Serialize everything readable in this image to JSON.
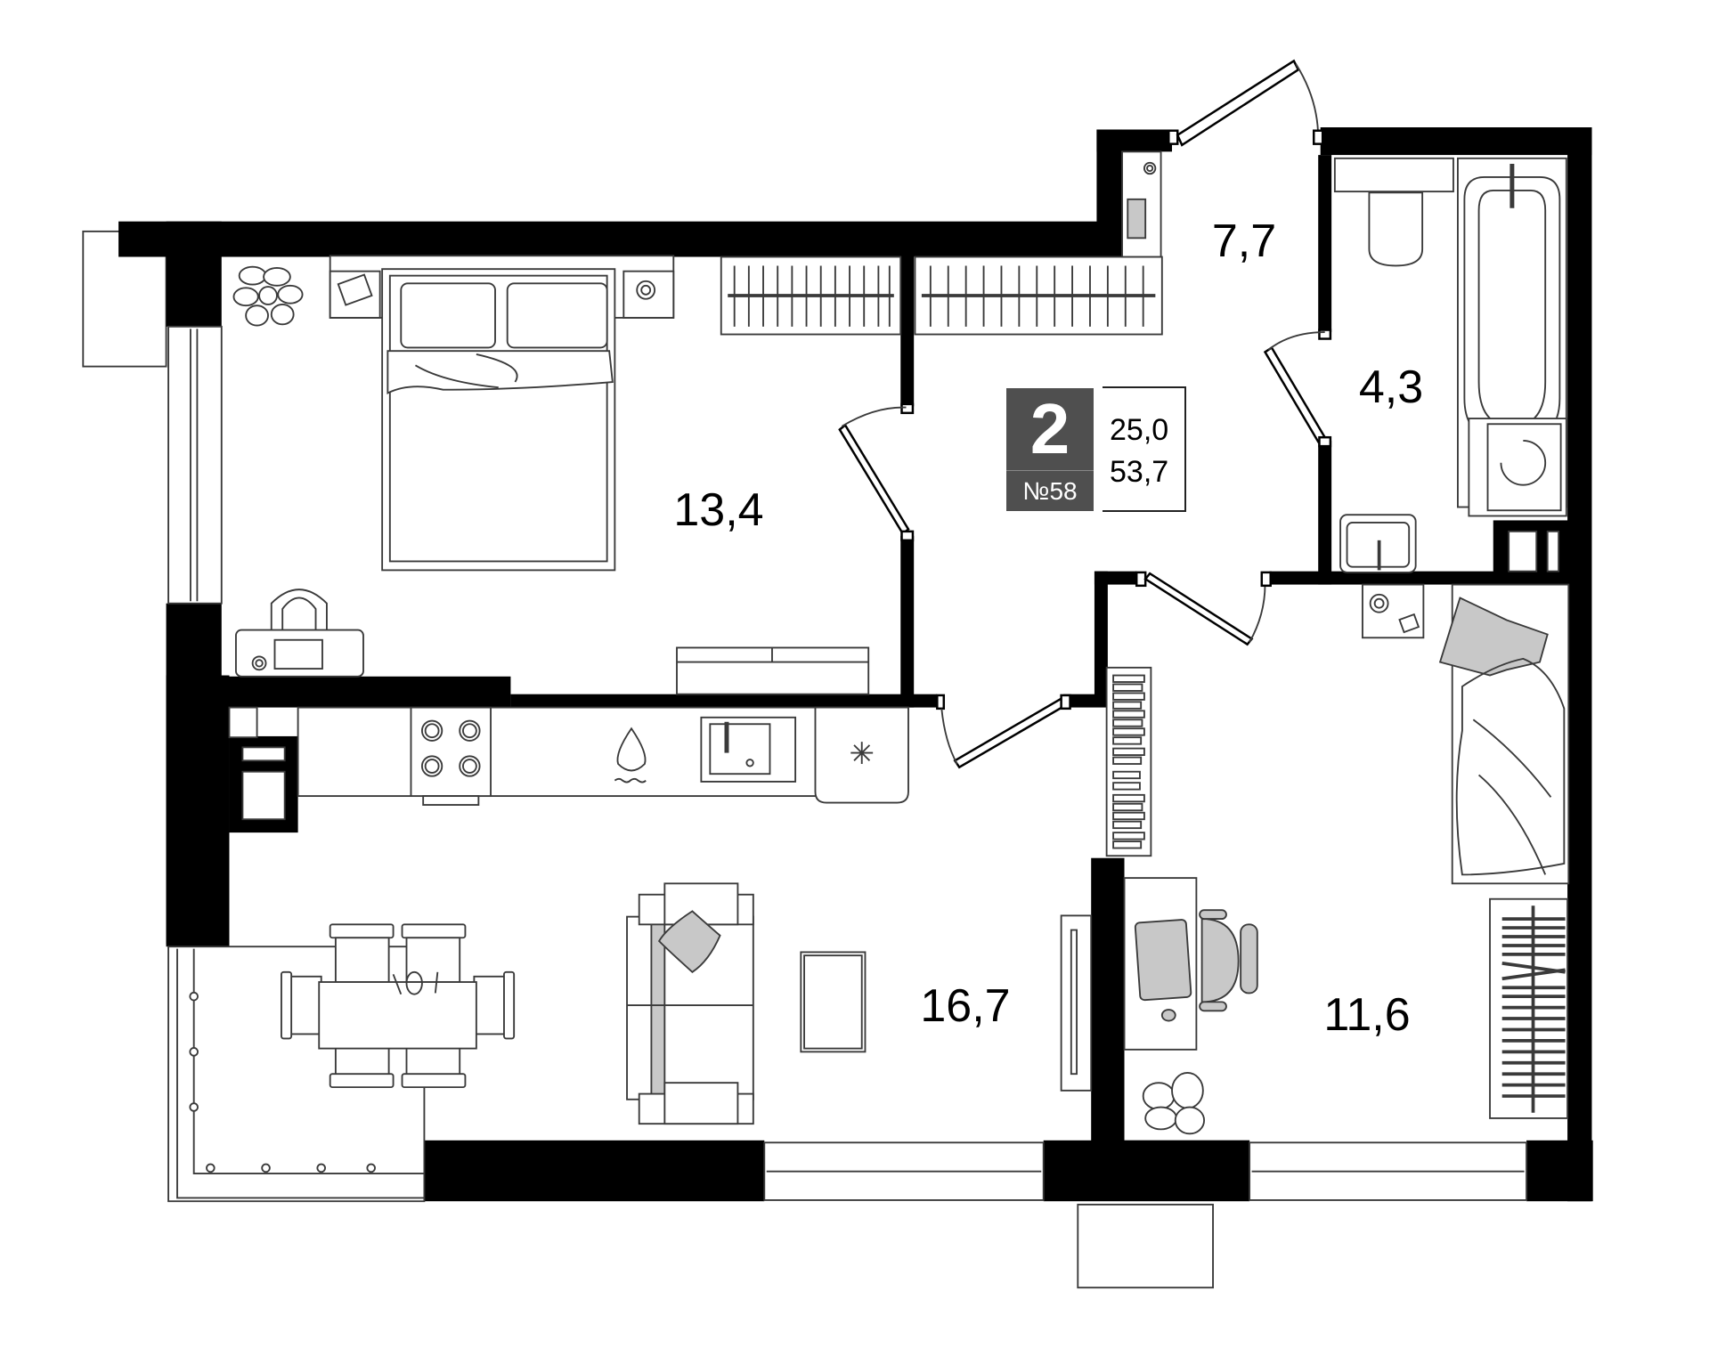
{
  "plan": {
    "apartment": {
      "rooms_count": "2",
      "number_label": "№58",
      "living_area": "25,0",
      "total_area": "53,7",
      "badge_color": "#4f4f4f"
    },
    "rooms": [
      {
        "id": "bedroom",
        "area": "13,4"
      },
      {
        "id": "hallway",
        "area": "7,7"
      },
      {
        "id": "bathroom",
        "area": "4,3"
      },
      {
        "id": "living-kitchen",
        "area": "16,7"
      },
      {
        "id": "bedroom-2",
        "area": "11,6"
      }
    ],
    "colors": {
      "wall": "#000000",
      "furniture_line": "#3a3a3a",
      "furniture_fill": "#c8c8c8"
    }
  }
}
